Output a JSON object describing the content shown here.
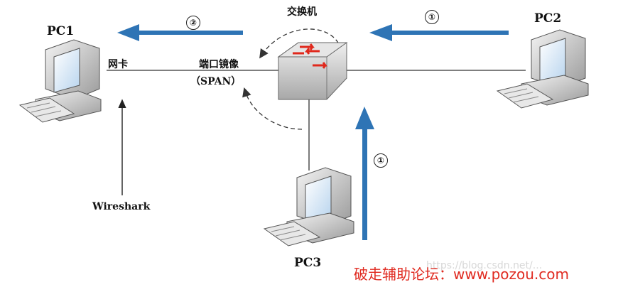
{
  "labels": {
    "switch": "交换机",
    "nic": "网卡",
    "span_line1": "端口镜像",
    "span_line2": "（SPAN）",
    "pc1": "PC1",
    "pc2": "PC2",
    "pc3": "PC3",
    "wireshark": "Wireshark"
  },
  "steps": {
    "top_left": "②",
    "top_right": "①",
    "bottom": "①"
  },
  "watermark": {
    "main": "破走辅助论坛：www.pozou.com",
    "faint": "https://blog.csdn.net/..."
  },
  "colors": {
    "arrow": "#2e74b5",
    "line": "#333333",
    "switch_body": "#d9d9d9",
    "switch_arrow": "#e0281c",
    "watermark": "#e02a20"
  }
}
